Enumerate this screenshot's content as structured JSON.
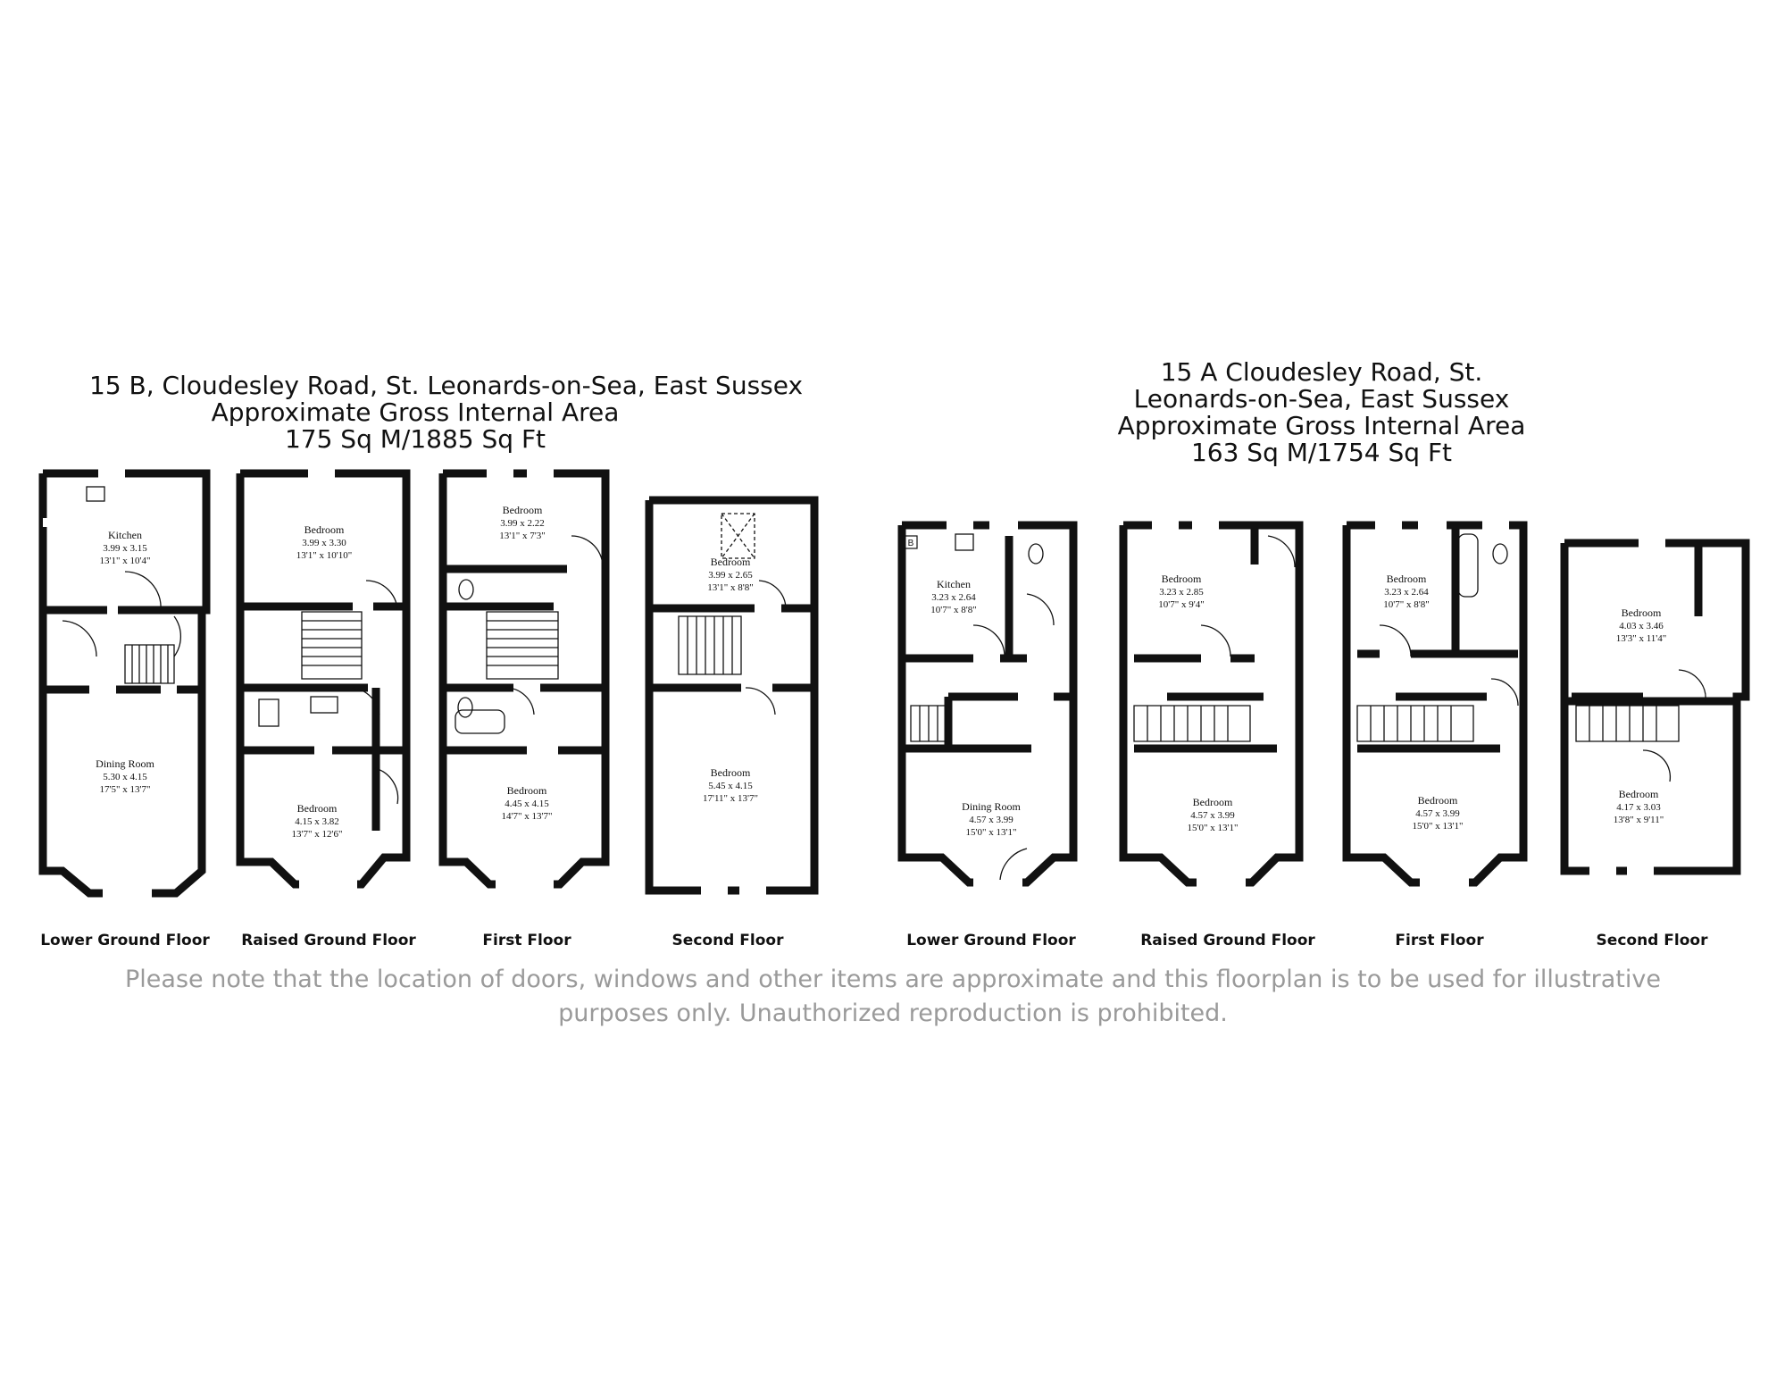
{
  "property_b": {
    "title_line1": "15 B, Cloudesley Road, St. Leonards-on-Sea, East Sussex",
    "title_line2": "Approximate Gross Internal Area",
    "title_line3": "175 Sq M/1885 Sq Ft",
    "floors": [
      {
        "label": "Lower Ground Floor",
        "rooms": [
          {
            "name": "Kitchen",
            "metric": "3.99 x 3.15",
            "imperial": "13'1\" x 10'4\""
          },
          {
            "name": "Dining Room",
            "metric": "5.30 x 4.15",
            "imperial": "17'5\" x 13'7\""
          }
        ]
      },
      {
        "label": "Raised Ground Floor",
        "rooms": [
          {
            "name": "Bedroom",
            "metric": "3.99 x 3.30",
            "imperial": "13'1\" x 10'10\""
          },
          {
            "name": "Bedroom",
            "metric": "4.15 x 3.82",
            "imperial": "13'7\" x 12'6\""
          }
        ]
      },
      {
        "label": "First Floor",
        "rooms": [
          {
            "name": "Bedroom",
            "metric": "3.99 x 2.22",
            "imperial": "13'1\" x 7'3\""
          },
          {
            "name": "Bedroom",
            "metric": "4.45 x 4.15",
            "imperial": "14'7\" x 13'7\""
          }
        ]
      },
      {
        "label": "Second Floor",
        "rooms": [
          {
            "name": "Bedroom",
            "metric": "3.99 x 2.65",
            "imperial": "13'1\" x 8'8\""
          },
          {
            "name": "Bedroom",
            "metric": "5.45 x 4.15",
            "imperial": "17'11\" x 13'7\""
          }
        ]
      }
    ]
  },
  "property_a": {
    "title_line1": "15 A  Cloudesley Road, St.",
    "title_line2": "Leonards-on-Sea, East Sussex",
    "title_line3": "Approximate Gross Internal Area",
    "title_line4": "163 Sq M/1754 Sq Ft",
    "boiler_marker": "B",
    "floors": [
      {
        "label": "Lower Ground Floor",
        "rooms": [
          {
            "name": "Kitchen",
            "metric": "3.23 x 2.64",
            "imperial": "10'7\" x 8'8\""
          },
          {
            "name": "Dining Room",
            "metric": "4.57 x 3.99",
            "imperial": "15'0\" x 13'1\""
          }
        ]
      },
      {
        "label": "Raised Ground Floor",
        "rooms": [
          {
            "name": "Bedroom",
            "metric": "3.23 x 2.85",
            "imperial": "10'7\" x 9'4\""
          },
          {
            "name": "Bedroom",
            "metric": "4.57 x 3.99",
            "imperial": "15'0\" x 13'1\""
          }
        ]
      },
      {
        "label": "First Floor",
        "rooms": [
          {
            "name": "Bedroom",
            "metric": "3.23 x 2.64",
            "imperial": "10'7\" x 8'8\""
          },
          {
            "name": "Bedroom",
            "metric": "4.57 x 3.99",
            "imperial": "15'0\" x 13'1\""
          }
        ]
      },
      {
        "label": "Second Floor",
        "rooms": [
          {
            "name": "Bedroom",
            "metric": "4.03 x 3.46",
            "imperial": "13'3\" x 11'4\""
          },
          {
            "name": "Bedroom",
            "metric": "4.17 x 3.03",
            "imperial": "13'8\" x 9'11\""
          }
        ]
      }
    ]
  },
  "disclaimer_line1": "Please note that the location of doors, windows and other items are approximate and this floorplan is to be used for illustrative",
  "disclaimer_line2": "purposes only. Unauthorized reproduction is prohibited.",
  "colors": {
    "wall": "#111111",
    "disclaimer": "#9a9a9a",
    "background": "#ffffff"
  }
}
